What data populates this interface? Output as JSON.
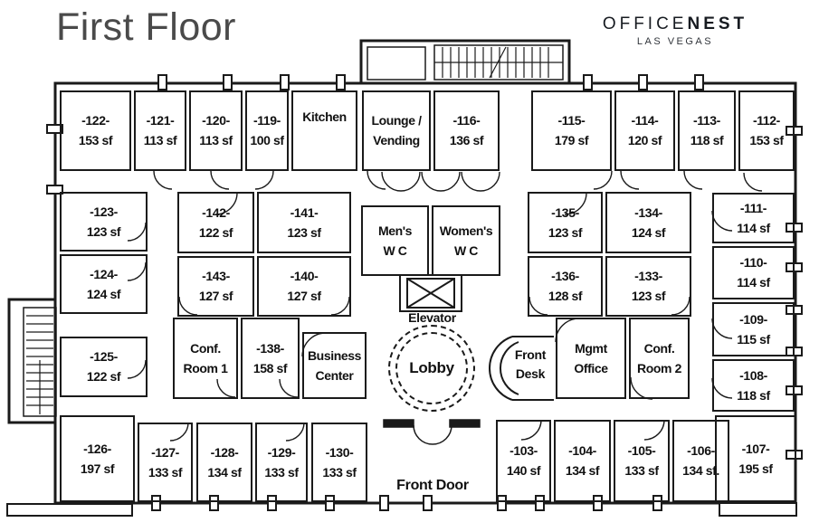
{
  "title": "First Floor",
  "logo": {
    "part1": "OFFICE",
    "part2": "NEST",
    "subtitle": "LAS VEGAS"
  },
  "colors": {
    "line": "#1a1a1a",
    "title_gray": "#4a4a4a"
  },
  "rooms": {
    "r103": {
      "num": "-103-",
      "sf": "140 sf"
    },
    "r104": {
      "num": "-104-",
      "sf": "134 sf"
    },
    "r105": {
      "num": "-105-",
      "sf": "133 sf"
    },
    "r106": {
      "num": "-106-",
      "sf": "134 sf."
    },
    "r107": {
      "num": "-107-",
      "sf": "195 sf"
    },
    "r108": {
      "num": "-108-",
      "sf": "118 sf"
    },
    "r109": {
      "num": "-109-",
      "sf": "115 sf"
    },
    "r110": {
      "num": "-110-",
      "sf": "114 sf"
    },
    "r111": {
      "num": "-111-",
      "sf": "114 sf"
    },
    "r112": {
      "num": "-112-",
      "sf": "153 sf"
    },
    "r113": {
      "num": "-113-",
      "sf": "118 sf"
    },
    "r114": {
      "num": "-114-",
      "sf": "120 sf"
    },
    "r115": {
      "num": "-115-",
      "sf": "179 sf"
    },
    "r116": {
      "num": "-116-",
      "sf": "136 sf"
    },
    "r119": {
      "num": "-119-",
      "sf": "100 sf"
    },
    "r120": {
      "num": "-120-",
      "sf": "113 sf"
    },
    "r121": {
      "num": "-121-",
      "sf": "113 sf"
    },
    "r122": {
      "num": "-122-",
      "sf": "153 sf"
    },
    "r123": {
      "num": "-123-",
      "sf": "123 sf"
    },
    "r124": {
      "num": "-124-",
      "sf": "124 sf"
    },
    "r125": {
      "num": "-125-",
      "sf": "122 sf"
    },
    "r126": {
      "num": "-126-",
      "sf": "197 sf"
    },
    "r127": {
      "num": "-127-",
      "sf": "133 sf"
    },
    "r128": {
      "num": "-128-",
      "sf": "134 sf"
    },
    "r129": {
      "num": "-129-",
      "sf": "133 sf"
    },
    "r130": {
      "num": "-130-",
      "sf": "133 sf"
    },
    "r133": {
      "num": "-133-",
      "sf": "123 sf"
    },
    "r134": {
      "num": "-134-",
      "sf": "124 sf"
    },
    "r135": {
      "num": "-135-",
      "sf": "123 sf"
    },
    "r136": {
      "num": "-136-",
      "sf": "128 sf"
    },
    "r138": {
      "num": "-138-",
      "sf": "158 sf"
    },
    "r140": {
      "num": "-140-",
      "sf": "127 sf"
    },
    "r141": {
      "num": "-141-",
      "sf": "123 sf"
    },
    "r142": {
      "num": "-142-",
      "sf": "122 sf"
    },
    "r143": {
      "num": "-143-",
      "sf": "127 sf"
    }
  },
  "areas": {
    "kitchen": "Kitchen",
    "lounge": [
      "Lounge /",
      "Vending"
    ],
    "mens_wc": [
      "Men's",
      "W C"
    ],
    "womens_wc": [
      "Women's",
      "W C"
    ],
    "elevator": "Elevator",
    "lobby": "Lobby",
    "front_desk": [
      "Front",
      "Desk"
    ],
    "mgmt_office": [
      "Mgmt",
      "Office"
    ],
    "conf_room_1": [
      "Conf.",
      "Room 1"
    ],
    "conf_room_2": [
      "Conf.",
      "Room 2"
    ],
    "business_center": [
      "Business",
      "Center"
    ],
    "front_door": "Front Door"
  }
}
